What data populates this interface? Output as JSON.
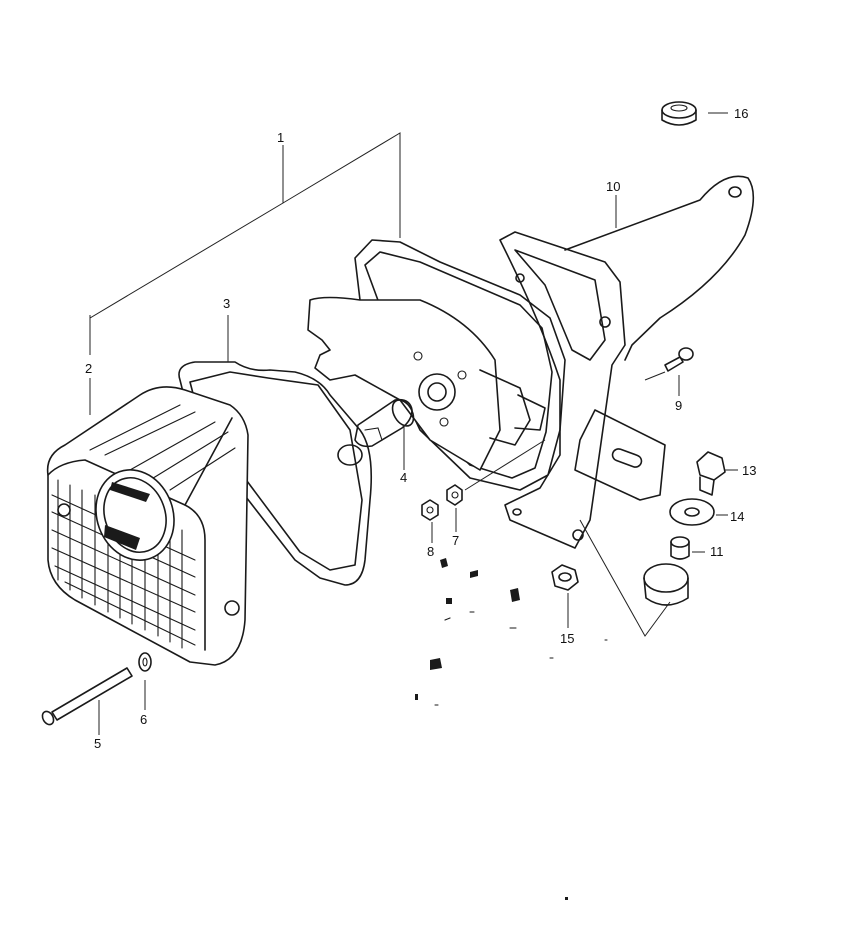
{
  "diagram": {
    "callouts": [
      {
        "id": "1",
        "label": "1"
      },
      {
        "id": "2",
        "label": "2"
      },
      {
        "id": "3",
        "label": "3"
      },
      {
        "id": "4",
        "label": "4"
      },
      {
        "id": "5",
        "label": "5"
      },
      {
        "id": "6",
        "label": "6"
      },
      {
        "id": "7",
        "label": "7"
      },
      {
        "id": "8",
        "label": "8"
      },
      {
        "id": "9",
        "label": "9"
      },
      {
        "id": "10",
        "label": "10"
      },
      {
        "id": "11",
        "label": "11"
      },
      {
        "id": "13",
        "label": "13"
      },
      {
        "id": "14",
        "label": "14"
      },
      {
        "id": "15",
        "label": "15"
      },
      {
        "id": "16",
        "label": "16"
      }
    ]
  }
}
